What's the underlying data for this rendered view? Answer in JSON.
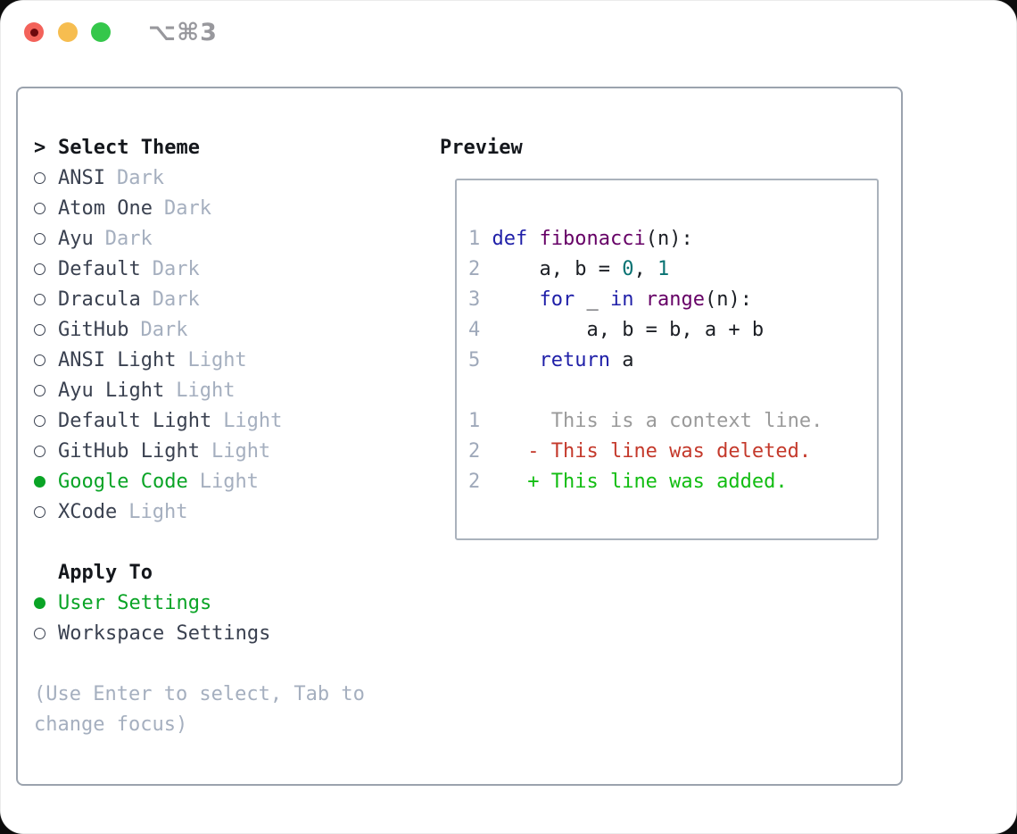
{
  "window": {
    "shortcut": "⌥⌘3",
    "traffic_lights": [
      {
        "name": "close",
        "color": "#f3625a"
      },
      {
        "name": "minimize",
        "color": "#f6bd50"
      },
      {
        "name": "maximize",
        "color": "#35c74b"
      }
    ]
  },
  "theme_panel": {
    "prompt": ">",
    "title": "Select Theme",
    "themes": [
      {
        "name": "ANSI",
        "variant": "Dark",
        "selected": false
      },
      {
        "name": "Atom One",
        "variant": "Dark",
        "selected": false
      },
      {
        "name": "Ayu",
        "variant": "Dark",
        "selected": false
      },
      {
        "name": "Default",
        "variant": "Dark",
        "selected": false
      },
      {
        "name": "Dracula",
        "variant": "Dark",
        "selected": false
      },
      {
        "name": "GitHub",
        "variant": "Dark",
        "selected": false
      },
      {
        "name": "ANSI Light",
        "variant": "Light",
        "selected": false
      },
      {
        "name": "Ayu Light",
        "variant": "Light",
        "selected": false
      },
      {
        "name": "Default Light",
        "variant": "Light",
        "selected": false
      },
      {
        "name": "GitHub Light",
        "variant": "Light",
        "selected": false
      },
      {
        "name": "Google Code",
        "variant": "Light",
        "selected": true
      },
      {
        "name": "XCode",
        "variant": "Light",
        "selected": false
      }
    ],
    "apply_to": {
      "title": "Apply To",
      "options": [
        {
          "name": "User Settings",
          "selected": true
        },
        {
          "name": "Workspace Settings",
          "selected": false
        }
      ]
    },
    "help_lines": [
      "(Use Enter to select, Tab to",
      "change focus)"
    ]
  },
  "preview": {
    "title": "Preview",
    "code_lines": [
      {
        "tokens": [
          [
            "ln",
            "1 "
          ],
          [
            "kw",
            "def"
          ],
          [
            "pl",
            " "
          ],
          [
            "fn",
            "fibonacci"
          ],
          [
            "pl",
            "(n):"
          ]
        ]
      },
      {
        "tokens": [
          [
            "ln",
            "2 "
          ],
          [
            "pl",
            "    a, b = "
          ],
          [
            "num",
            "0"
          ],
          [
            "pl",
            ", "
          ],
          [
            "num",
            "1"
          ]
        ]
      },
      {
        "tokens": [
          [
            "ln",
            "3 "
          ],
          [
            "pl",
            "    "
          ],
          [
            "kw",
            "for"
          ],
          [
            "pl",
            " _ "
          ],
          [
            "kw",
            "in"
          ],
          [
            "pl",
            " "
          ],
          [
            "fn",
            "range"
          ],
          [
            "pl",
            "(n):"
          ]
        ]
      },
      {
        "tokens": [
          [
            "ln",
            "4 "
          ],
          [
            "pl",
            "        a, b = b, a + b"
          ]
        ]
      },
      {
        "tokens": [
          [
            "ln",
            "5 "
          ],
          [
            "pl",
            "    "
          ],
          [
            "kw",
            "return"
          ],
          [
            "pl",
            " a"
          ]
        ]
      },
      {
        "tokens": []
      },
      {
        "tokens": [
          [
            "ln",
            "1 "
          ],
          [
            "ctx",
            "     This is a context line."
          ]
        ]
      },
      {
        "tokens": [
          [
            "ln",
            "2 "
          ],
          [
            "del",
            "   - This line was deleted."
          ]
        ]
      },
      {
        "tokens": [
          [
            "ln",
            "2 "
          ],
          [
            "add",
            "   + This line was added."
          ]
        ]
      }
    ]
  },
  "colors": {
    "accent_green": "#0aa426",
    "item_text": "#3a4150",
    "muted_text": "#a5afbf",
    "syntax_keyword": "#1f1fa8",
    "syntax_function": "#660066",
    "syntax_number": "#087272",
    "diff_context": "#9a9a9a",
    "diff_deleted": "#c4392b",
    "diff_added": "#12bd12",
    "panel_border": "#9ba3ae"
  }
}
